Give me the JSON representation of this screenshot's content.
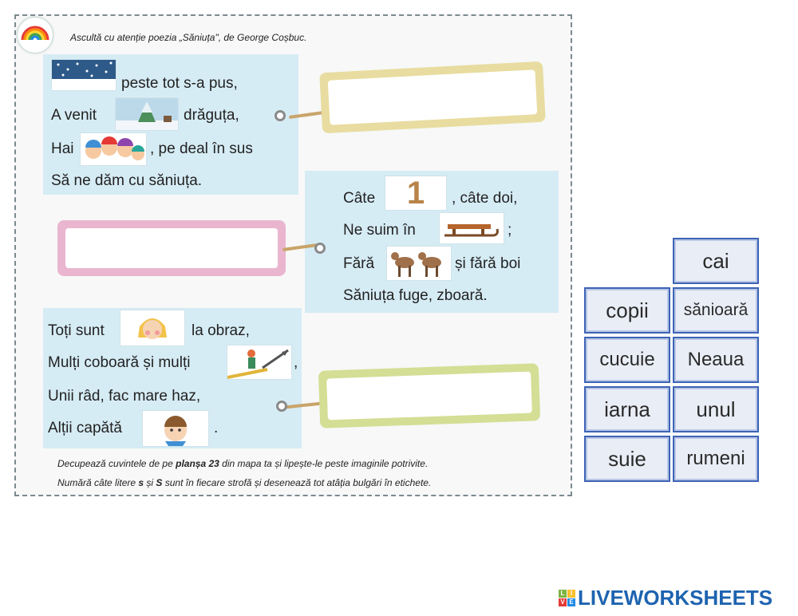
{
  "sheet": {
    "instruction_top": "Ascultă cu atenție poezia „Săniuța\", de George Coșbuc.",
    "stanza1": [
      "peste tot s-a pus,",
      "A venit",
      "drăguța,",
      "Hai",
      ", pe deal în sus",
      "Să ne dăm cu săniuța."
    ],
    "stanza2": [
      "Câte",
      ", câte doi,",
      "Ne suim în",
      ";",
      "Fără",
      "și fără boi",
      "Săniuța fuge, zboară."
    ],
    "stanza3": [
      "Toți sunt",
      "la obraz,",
      "Mulți coboară și mulți",
      ",",
      "Unii râd, fac mare haz,",
      "Alții capătă",
      "."
    ],
    "number_one": "1",
    "instruction_bottom_1_pre": "Decupează cuvintele de pe ",
    "instruction_bottom_1_bold": "planșa 23",
    "instruction_bottom_1_post": " din mapa ta și lipește-le peste imaginile potrivite.",
    "instruction_bottom_2_pre": "Numără câte litere ",
    "instruction_bottom_2_b1": "s",
    "instruction_bottom_2_mid": " și ",
    "instruction_bottom_2_b2": "S",
    "instruction_bottom_2_post": " sunt în fiecare strofă și desenează tot atâția bulgări în etichete."
  },
  "words": {
    "cai": "cai",
    "copii": "copii",
    "sanioara": "sănioară",
    "cucuie": "cucuie",
    "neaua": "Neaua",
    "iarna": "iarna",
    "unul": "unul",
    "suie": "suie",
    "rumeni": "rumeni"
  },
  "colors": {
    "stanza_bg": "#d6ecf5",
    "tag_yellow": "#e8dca0",
    "tag_pink": "#eab6cf",
    "tag_green": "#d4de95",
    "card_border": "#3d63b5"
  },
  "logo": {
    "text": "LIVEWORKSHEETS",
    "blocks": [
      "L",
      "I",
      "V",
      "E"
    ]
  }
}
